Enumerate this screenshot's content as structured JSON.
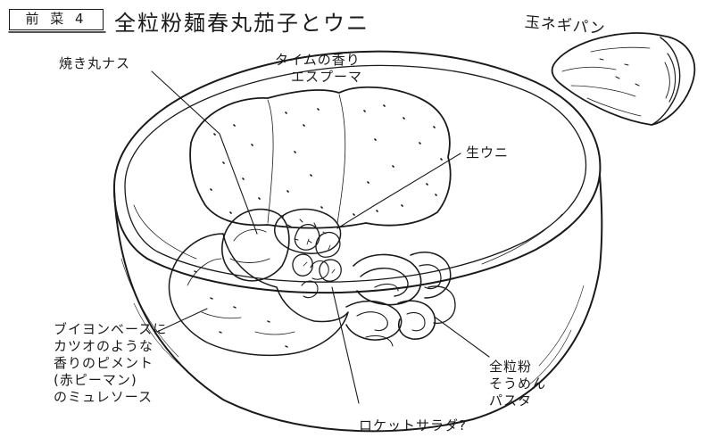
{
  "header": {
    "course_box": "前 菜 4",
    "title": "全粒粉麺春丸茄子とウニ"
  },
  "side_item": {
    "label": "玉ネギパン"
  },
  "annotations": {
    "grilled_eggplant": "焼き丸ナス",
    "thyme_espuma": {
      "line1": "タイムの香り",
      "line2": "エスプーマ"
    },
    "sea_urchin": "生ウニ",
    "sauce": {
      "line1": "ブイヨンベースに",
      "line2": "カツオのような",
      "line3": "香りのピメント",
      "line4": "(赤ピーマン)",
      "line5": "のミュレソース"
    },
    "noodles": {
      "line1": "全粒粉",
      "line2": "そうめん",
      "line3": "パスタ"
    },
    "rocket_salad": "ロケットサラダ?"
  },
  "colors": {
    "ink": "#1a1a1a",
    "paper": "#ffffff"
  }
}
